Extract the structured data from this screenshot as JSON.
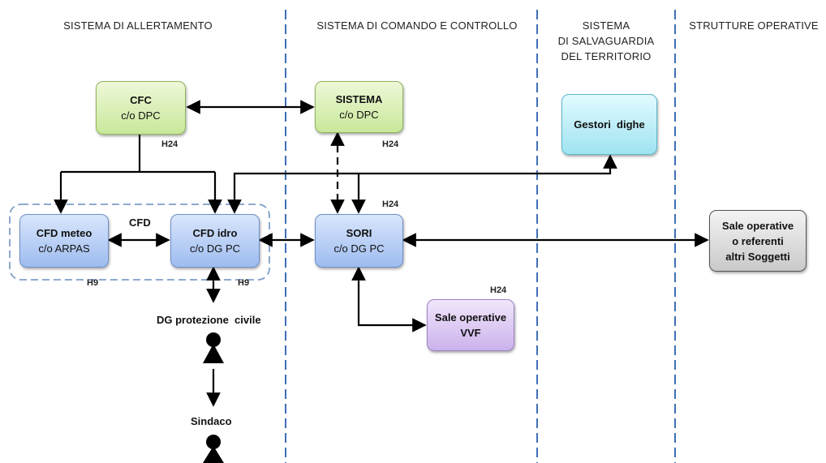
{
  "columns": {
    "allertamento": "SISTEMA DI ALLERTAMENTO",
    "comando": "SISTEMA DI COMANDO E CONTROLLO",
    "salvaguardia": [
      "SISTEMA",
      "DI SALVAGUARDIA",
      "DEL TERRITORIO"
    ],
    "strutture": "STRUTTURE OPERATIVE"
  },
  "nodes": {
    "cfc": {
      "title": "CFC",
      "sub": "c/o DPC",
      "tag": "H24"
    },
    "sistema": {
      "title": "SISTEMA",
      "sub": "c/o DPC",
      "tag": "H24"
    },
    "gestori": {
      "title": "Gestori  dighe"
    },
    "cfd_meteo": {
      "title": "CFD meteo",
      "sub": "c/o ARPAS",
      "tag": "H9"
    },
    "cfd_idro": {
      "title": "CFD idro",
      "sub": "c/o DG PC",
      "tag": "H9"
    },
    "cfd_group": "CFD",
    "sori": {
      "title": "SORI",
      "sub": "c/o DG PC",
      "tag": "H24"
    },
    "sale_altri": {
      "lines": [
        "Sale operative",
        "o referenti",
        "altri Soggetti"
      ]
    },
    "vvf": {
      "lines": [
        "Sale operative",
        "VVF"
      ],
      "tag": "H24"
    }
  },
  "people": {
    "dg": "DG protezione  civile",
    "sindaco": "Sindaco"
  },
  "colors": {
    "divider": "#3f6fb5",
    "green": "#c8e89a",
    "blue": "#9ebcf0",
    "cyan": "#9fe3f1",
    "violet": "#cbb3ec",
    "gray": "#c9c9c9"
  }
}
